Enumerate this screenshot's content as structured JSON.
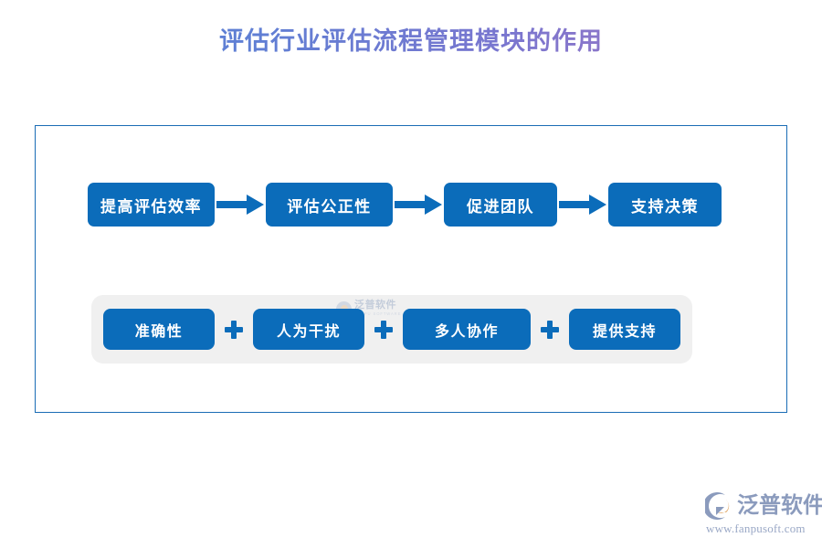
{
  "page": {
    "title": "评估行业评估流程管理模块的作用"
  },
  "diagram_data": {
    "type": "diagram",
    "title": "评估行业评估流程管理模块的作用",
    "flow": {
      "orientation": "horizontal",
      "connector": "arrow-right-icon",
      "steps": [
        {
          "label": "提高评估效率"
        },
        {
          "label": "评估公正性"
        },
        {
          "label": "促进团队"
        },
        {
          "label": "支持决策"
        }
      ]
    },
    "group": {
      "connector": "plus-icon",
      "background": "#f0f0f0",
      "items": [
        {
          "label": "准确性"
        },
        {
          "label": "人为干扰"
        },
        {
          "label": "多人协作"
        },
        {
          "label": "提供支持"
        }
      ]
    }
  },
  "colors": {
    "box_blue": "#0b6cba",
    "border_blue": "#1a6cb5",
    "panel_gray": "#f0f0f0",
    "title_gradient_start": "#5b7ed6",
    "title_gradient_end": "#b07ec0",
    "brand_blue_gray": "#8b9bbd",
    "brand_orange": "#dfa35e"
  },
  "watermark": {
    "name_cn": "泛普软件",
    "name_en": "FANPU SOFTWARE"
  },
  "brand": {
    "name_cn": "泛普软件",
    "url": "www.fanpusoft.com"
  }
}
